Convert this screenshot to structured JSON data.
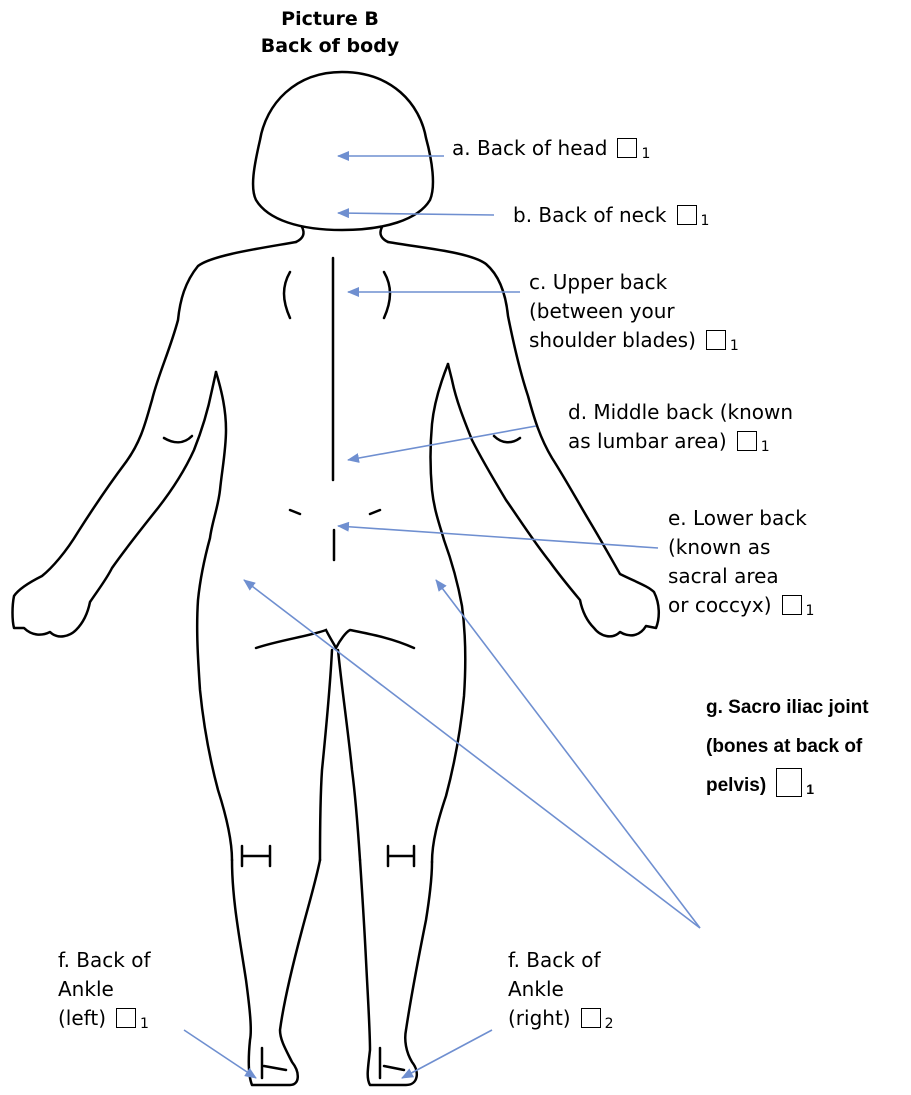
{
  "title": {
    "line1": "Picture B",
    "line2": "Back of body"
  },
  "labels": {
    "a": {
      "lines": [
        "a. Back of  head"
      ],
      "code": "1"
    },
    "b": {
      "lines": [
        "b. Back of  neck"
      ],
      "code": "1"
    },
    "c": {
      "lines": [
        "c. Upper back",
        "(between your",
        "shoulder blades)"
      ],
      "code": "1"
    },
    "d": {
      "lines": [
        "d. Middle back (known",
        "as lumbar area)"
      ],
      "code": "1"
    },
    "e": {
      "lines": [
        "e. Lower back",
        "(known as",
        "sacral area",
        "or coccyx)"
      ],
      "code": "1"
    },
    "g": {
      "lines": [
        "g. Sacro iliac joint",
        "(bones at back of",
        "pelvis)"
      ],
      "code": "1"
    },
    "f_left": {
      "lines": [
        "f. Back of",
        "Ankle",
        "(left)"
      ],
      "code": "1"
    },
    "f_right": {
      "lines": [
        "f. Back of",
        "Ankle",
        "(right)"
      ],
      "code": "2"
    }
  },
  "colors": {
    "outline": "#000000",
    "arrow": "#6f8fd0"
  }
}
